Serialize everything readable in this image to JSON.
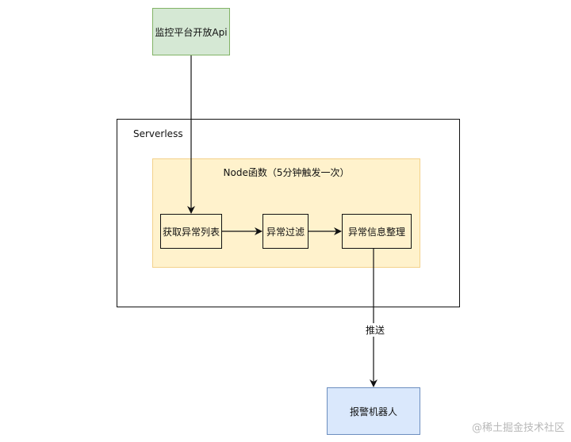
{
  "nodes": {
    "api": "监控平台开放Api",
    "serverless": "Serverless",
    "node_function": "Node函数（5分钟触发一次）",
    "fetch_list": "获取异常列表",
    "filter": "异常过滤",
    "organize": "异常信息整理",
    "robot": "报警机器人"
  },
  "edges": {
    "push": "推送"
  },
  "watermark": "@稀土掘金技术社区",
  "colors": {
    "api_fill": "#d5e8d4",
    "api_border": "#82b366",
    "function_fill": "#fff2cc",
    "robot_fill": "#dae8fc",
    "robot_border": "#6c8ebf"
  }
}
